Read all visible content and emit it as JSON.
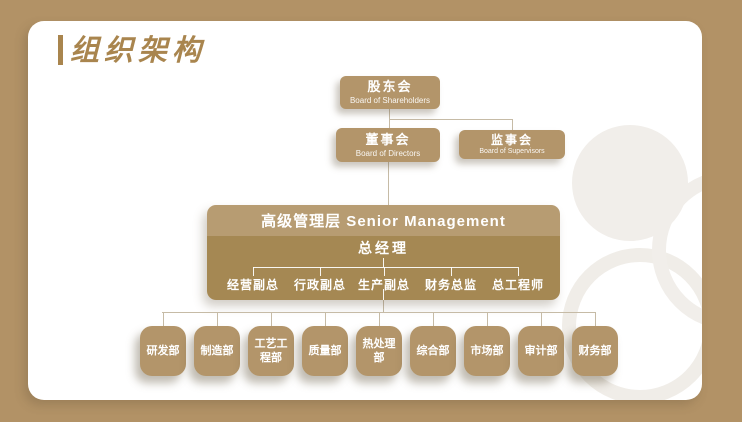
{
  "slide": {
    "title": "组织架构",
    "colors": {
      "frame": "#b29266",
      "card": "#ffffff",
      "node": "#b3956a",
      "senior_header": "#b79c72",
      "senior_body": "#a58853",
      "connector": "#c6bba6",
      "title_accent": "#a9854e",
      "watermark": "#f0ede8"
    }
  },
  "org": {
    "shareholders": {
      "title": "股东会",
      "subtitle": "Board of Shareholders"
    },
    "directors": {
      "title": "董事会",
      "subtitle": "Board of Directors"
    },
    "supervisors": {
      "title": "监事会",
      "subtitle": "Board of Supervisors"
    },
    "senior": {
      "header": "高级管理层 Senior Management",
      "general_manager": "总经理",
      "positions": [
        "经营副总",
        "行政副总",
        "生产副总",
        "财务总监",
        "总工程师"
      ]
    },
    "departments": [
      "研发部",
      "制造部",
      "工艺工程部",
      "质量部",
      "热处理部",
      "综合部",
      "市场部",
      "审计部",
      "财务部"
    ]
  }
}
